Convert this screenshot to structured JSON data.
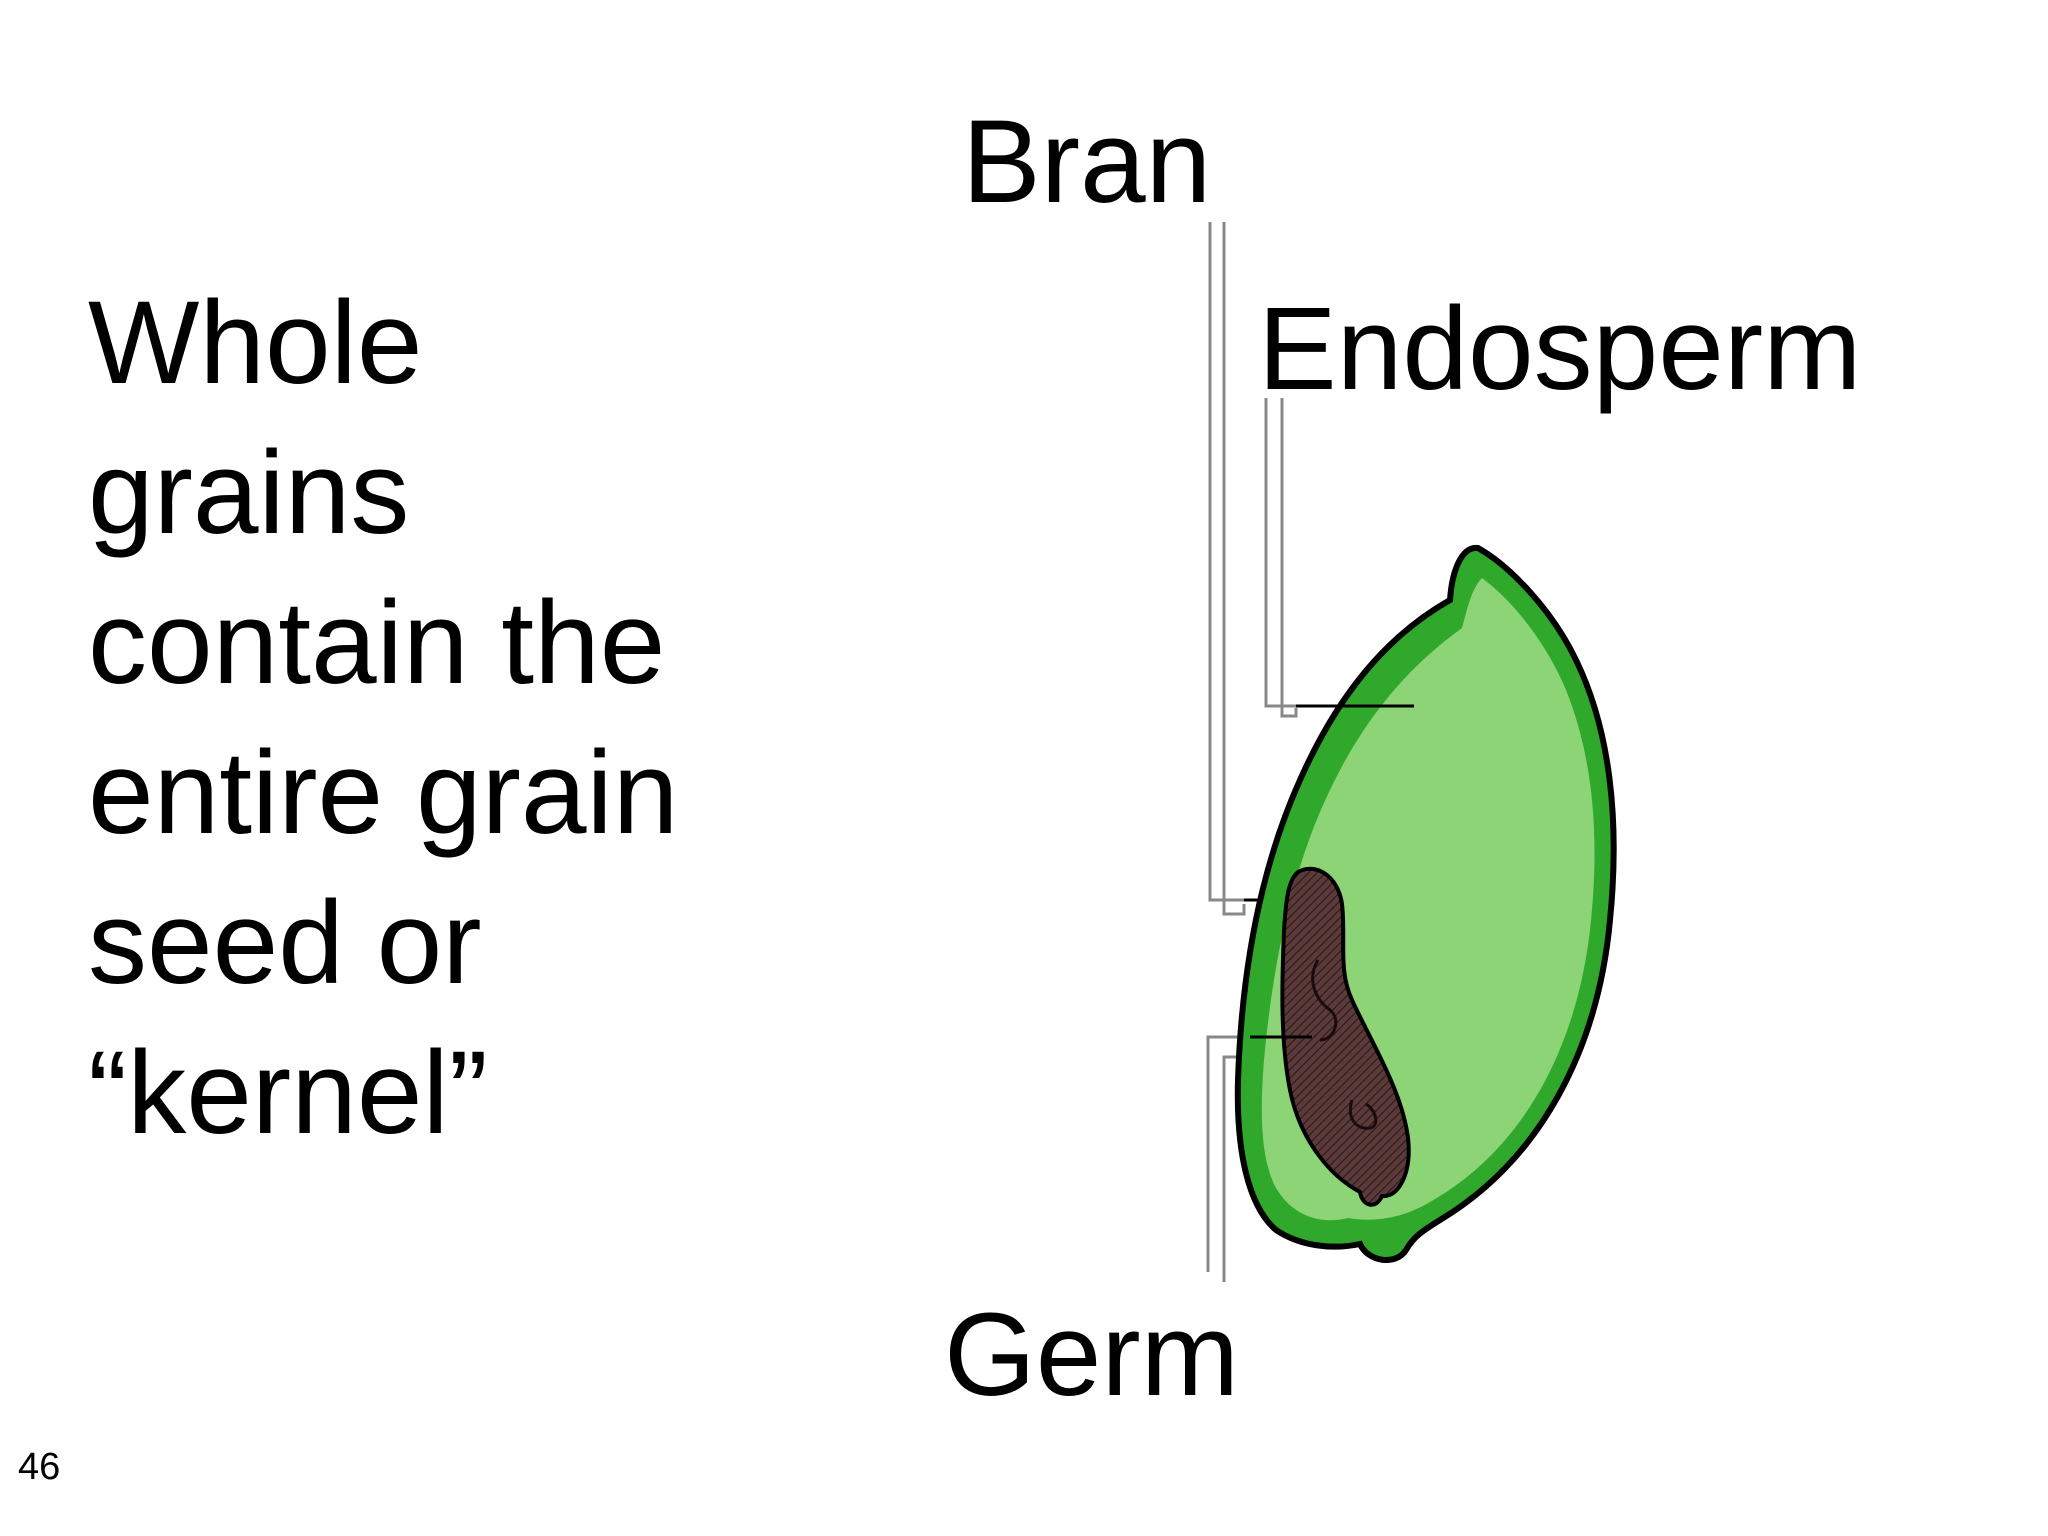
{
  "slide": {
    "body_lines": [
      "Whole",
      "grains",
      "contain the",
      "entire grain",
      "seed or",
      "“kernel”"
    ],
    "slide_number": "46"
  },
  "diagram": {
    "labels": {
      "bran": "Bran",
      "endosperm": "Endosperm",
      "germ": "Germ"
    },
    "colors": {
      "bran_layer": "#2fa82b",
      "endosperm": "#8cd475",
      "germ": "#5b3a3a",
      "outline": "#000000",
      "leader": "#888888"
    }
  }
}
